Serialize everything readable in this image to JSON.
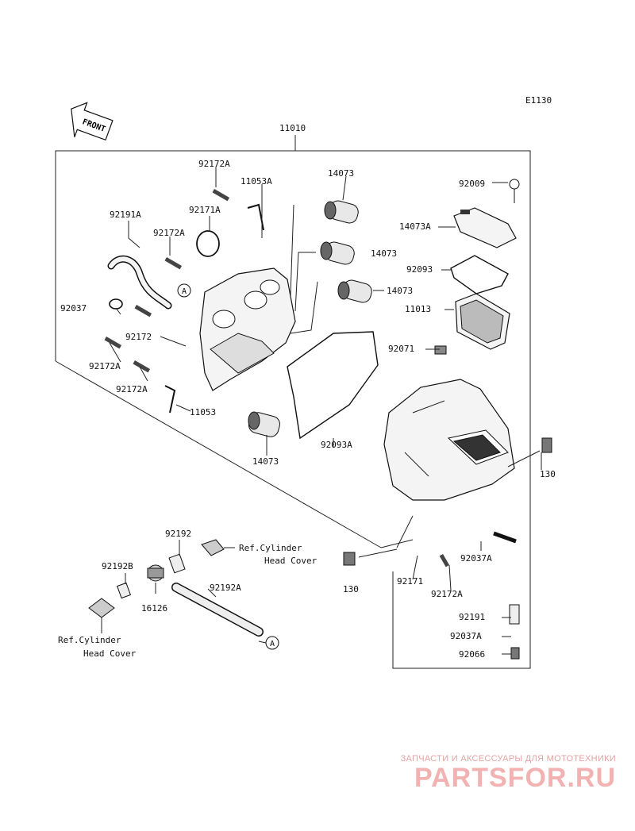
{
  "diagram_code": "E1130",
  "front_label": "FRONT",
  "assembly_number": "11010",
  "callout_letter": "A",
  "labels": [
    {
      "id": "p_92172A_top",
      "text": "92172A"
    },
    {
      "id": "p_11053A",
      "text": "11053A"
    },
    {
      "id": "p_14073_top",
      "text": "14073"
    },
    {
      "id": "p_92009",
      "text": "92009"
    },
    {
      "id": "p_92171A",
      "text": "92171A"
    },
    {
      "id": "p_92191A",
      "text": "92191A"
    },
    {
      "id": "p_92172A_mid",
      "text": "92172A"
    },
    {
      "id": "p_14073A",
      "text": "14073A"
    },
    {
      "id": "p_14073_2",
      "text": "14073"
    },
    {
      "id": "p_92093",
      "text": "92093"
    },
    {
      "id": "p_92037",
      "text": "92037"
    },
    {
      "id": "p_14073_3",
      "text": "14073"
    },
    {
      "id": "p_11013",
      "text": "11013"
    },
    {
      "id": "p_92172",
      "text": "92172"
    },
    {
      "id": "p_92071",
      "text": "92071"
    },
    {
      "id": "p_92172A_l1",
      "text": "92172A"
    },
    {
      "id": "p_92172A_l2",
      "text": "92172A"
    },
    {
      "id": "p_11053",
      "text": "11053"
    },
    {
      "id": "p_92093A",
      "text": "92093A"
    },
    {
      "id": "p_14073_bot",
      "text": "14073"
    },
    {
      "id": "p_130_right",
      "text": "130"
    },
    {
      "id": "p_92192",
      "text": "92192"
    },
    {
      "id": "p_92192B",
      "text": "92192B"
    },
    {
      "id": "p_16126",
      "text": "16126"
    },
    {
      "id": "p_92192A",
      "text": "92192A"
    },
    {
      "id": "p_130_bot",
      "text": "130"
    },
    {
      "id": "p_92171",
      "text": "92171"
    },
    {
      "id": "p_92037A_1",
      "text": "92037A"
    },
    {
      "id": "p_92172A_bot",
      "text": "92172A"
    },
    {
      "id": "p_92191",
      "text": "92191"
    },
    {
      "id": "p_92037A_2",
      "text": "92037A"
    },
    {
      "id": "p_92066",
      "text": "92066"
    }
  ],
  "references": [
    {
      "id": "ref_upper",
      "line1": "Ref.Cylinder",
      "line2": "Head Cover"
    },
    {
      "id": "ref_lower",
      "line1": "Ref.Cylinder",
      "line2": "Head Cover"
    }
  ],
  "watermark": {
    "top_text": "ЗАПЧАСТИ И АКСЕССУАРЫ ДЛЯ МОТОТЕХНИКИ",
    "logo_text": "PARTSFOR.RU"
  }
}
